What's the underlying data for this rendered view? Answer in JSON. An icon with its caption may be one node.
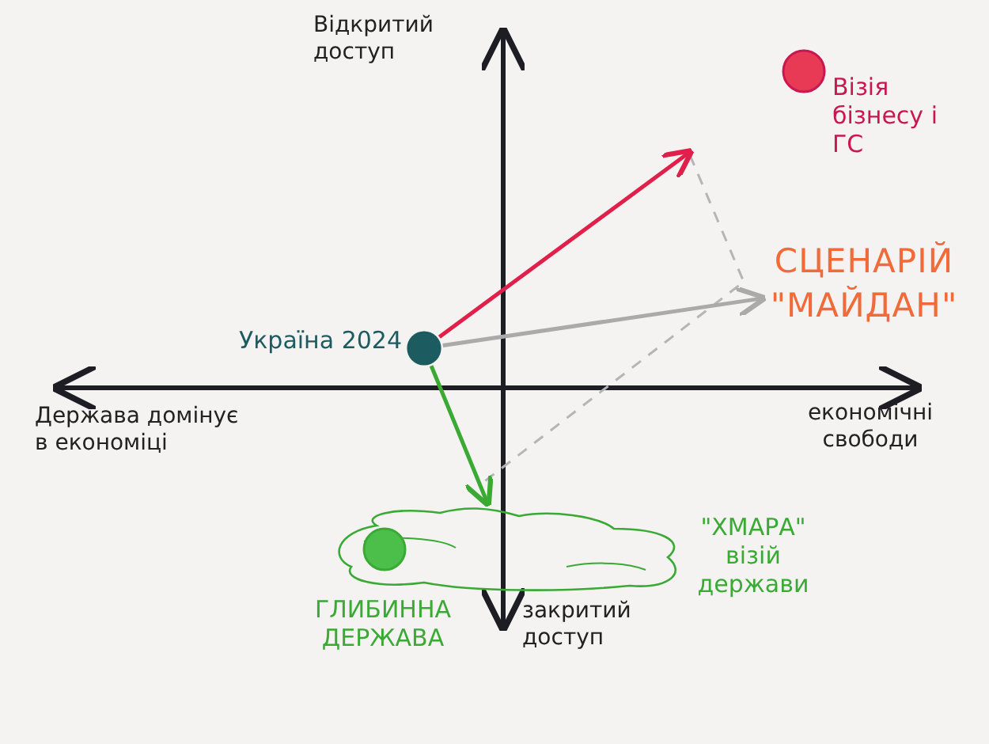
{
  "diagram": {
    "nodes": [
      {
        "text": [],
        "shape": "circle",
        "beside": [
          "Україна 2024"
        ]
      },
      {
        "text": [],
        "shape": "circle",
        "beside": [
          "Візія бізнесу і ГС"
        ]
      },
      {
        "text": [
          "СЦЕНАРІЙ \"МАЙДАН\""
        ]
      },
      {
        "text": [],
        "shape": "cloud",
        "beside": [
          "\"ХМАРА\" візій держави"
        ]
      },
      {
        "text": [],
        "shape": "circle",
        "in": 3,
        "beside": [
          "ГЛИБИННА ДЕРЖАВА"
        ]
      }
    ],
    "edges": [
      {
        "from": 0,
        "to": null,
        "arrow": "to",
        "color": "#e0204a"
      },
      {
        "from": 0,
        "to": 2,
        "arrow": "to",
        "color": "#aaaaaa"
      },
      {
        "from": 0,
        "to": 3,
        "arrow": "to",
        "color": "#3aaa35"
      }
    ],
    "labels": [
      "Відкритий доступ",
      "Держава домінує в економіці",
      "економічні свободи",
      "закритий доступ"
    ]
  }
}
